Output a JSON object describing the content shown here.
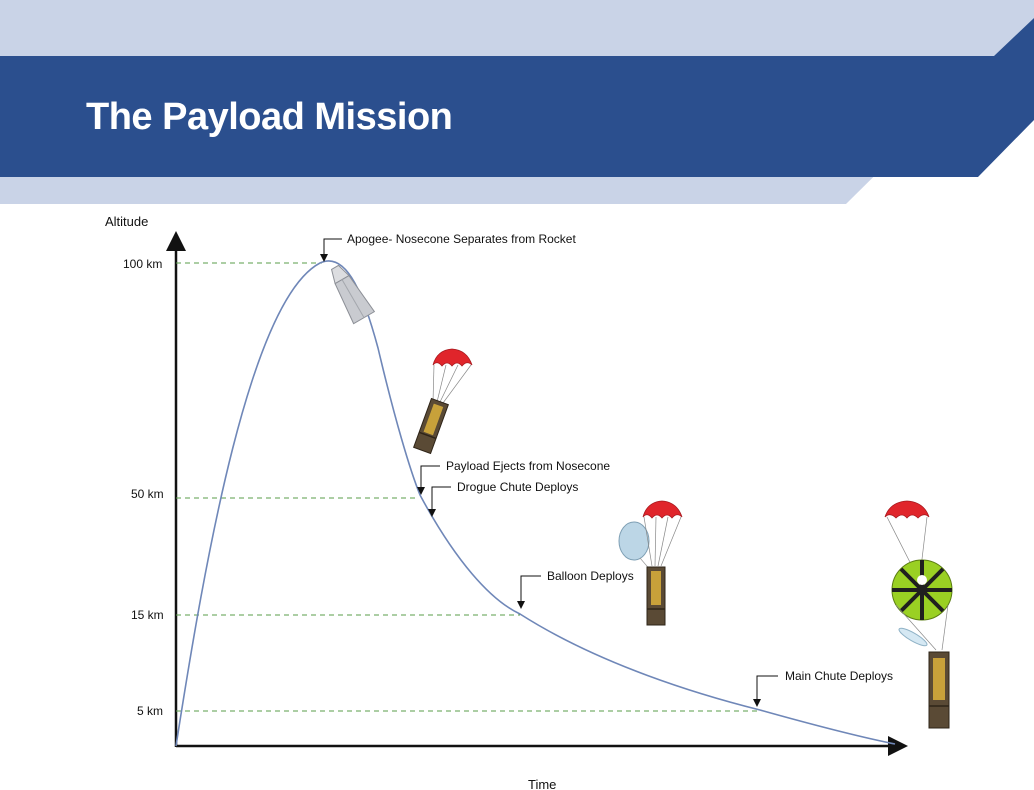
{
  "header": {
    "title": "The Payload Mission"
  },
  "colors": {
    "header_band": "#2b4f8e",
    "light_band": "#c9d3e7",
    "curve": "#6f87b8",
    "guides": "#5a9e4a",
    "chute_red": "#e0252b",
    "main_chute_green": "#9ad023"
  },
  "diagram": {
    "y_axis_label": "Altitude",
    "x_axis_label": "Time",
    "altitude_ticks": [
      {
        "label": "100 km",
        "km": 100
      },
      {
        "label": "50 km",
        "km": 50
      },
      {
        "label": "15 km",
        "km": 15
      },
      {
        "label": "5 km",
        "km": 5
      }
    ],
    "events": [
      {
        "label": "Apogee- Nosecone Separates from Rocket"
      },
      {
        "label": "Payload Ejects from Nosecone"
      },
      {
        "label": "Drogue Chute Deploys"
      },
      {
        "label": "Balloon Deploys"
      },
      {
        "label": "Main Chute Deploys"
      }
    ],
    "icons": [
      "nosecone-icon",
      "drogue-chute-icon",
      "payload-icon",
      "balloon-icon",
      "main-chute-icon"
    ]
  }
}
